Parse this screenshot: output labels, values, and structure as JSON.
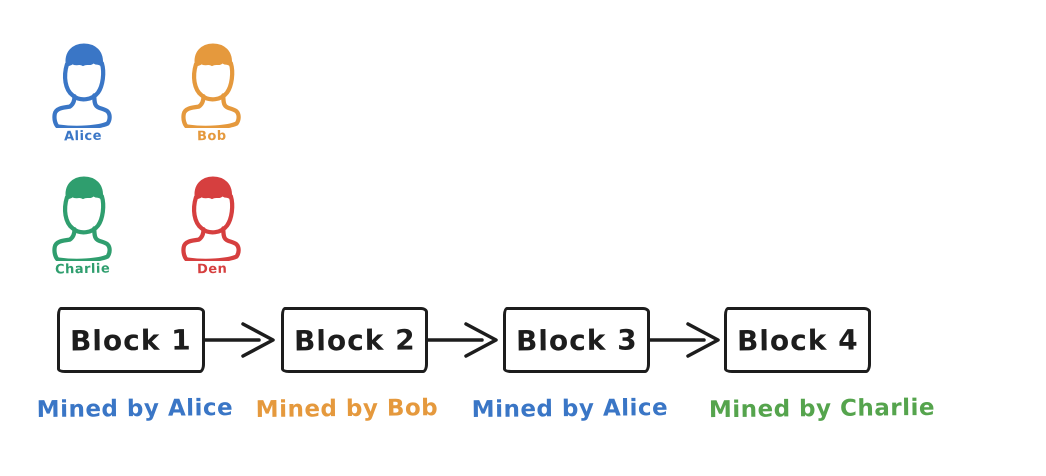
{
  "page": {
    "background": "#ffffff",
    "ink": "#1d1d1d"
  },
  "people": [
    {
      "name": "Alice",
      "color": "#3a76c6"
    },
    {
      "name": "Bob",
      "color": "#e5993d"
    },
    {
      "name": "Charlie",
      "color": "#2f9e6e"
    },
    {
      "name": "Den",
      "color": "#d63f3f"
    }
  ],
  "chain": {
    "blocks": [
      {
        "label": "Block 1",
        "miner_label": "Mined by Alice",
        "miner_color": "#3a76c6"
      },
      {
        "label": "Block 2",
        "miner_label": "Mined by Bob",
        "miner_color": "#e5993d"
      },
      {
        "label": "Block 3",
        "miner_label": "Mined by Alice",
        "miner_color": "#3a76c6"
      },
      {
        "label": "Block 4",
        "miner_label": "Mined by Charlie",
        "miner_color": "#55a44d"
      }
    ]
  }
}
